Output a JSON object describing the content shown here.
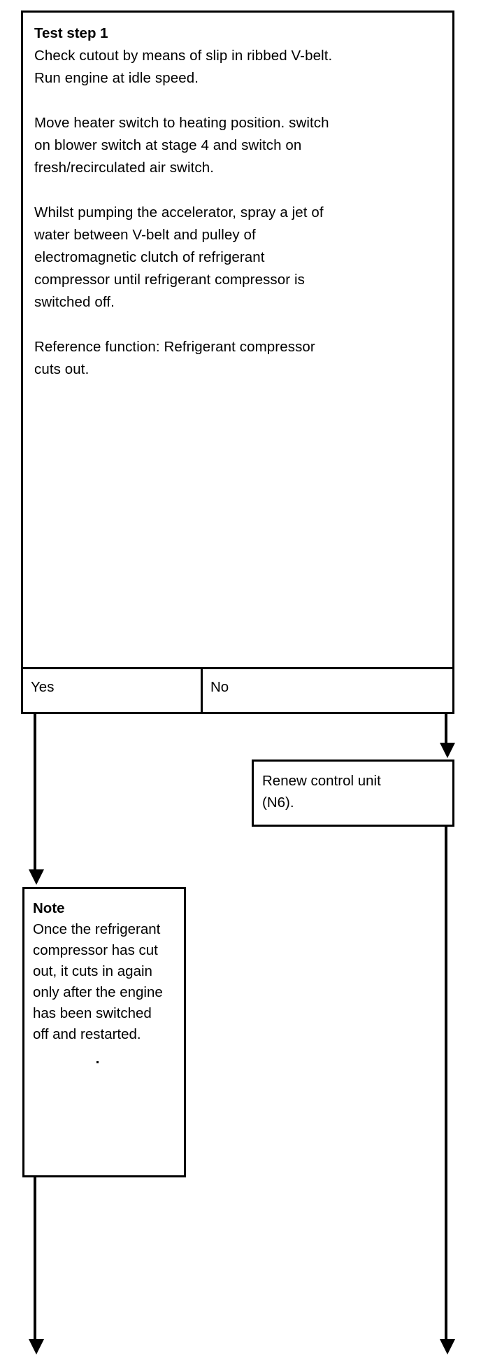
{
  "document": {
    "type": "diagnostic-flowchart",
    "language": "en"
  },
  "main_box": {
    "title": "Test step 1",
    "paragraphs": [
      "Check cutout by means of slip in ribbed V-belt.\nRun engine at idle speed.",
      "Move heater switch to heating position. switch\non blower switch at stage 4 and switch on\nfresh/recirculated air switch.",
      "Whilst pumping the accelerator, spray a jet of\nwater between V-belt and pulley of\nelectromagnetic clutch of refrigerant\ncompressor until refrigerant compressor is\nswitched off.",
      "Reference function: Refrigerant compressor\ncuts out."
    ]
  },
  "answers": {
    "yes_label": "Yes",
    "no_label": "No"
  },
  "renew_box": {
    "text": "Renew control unit\n(N6)."
  },
  "note_box": {
    "title": "Note",
    "text": "Once the refrigerant\ncompressor has cut\nout, it cuts in again\nonly after the engine\nhas been switched\noff and restarted."
  },
  "colors": {
    "line": "#000000",
    "background": "#ffffff",
    "text": "#000000"
  }
}
